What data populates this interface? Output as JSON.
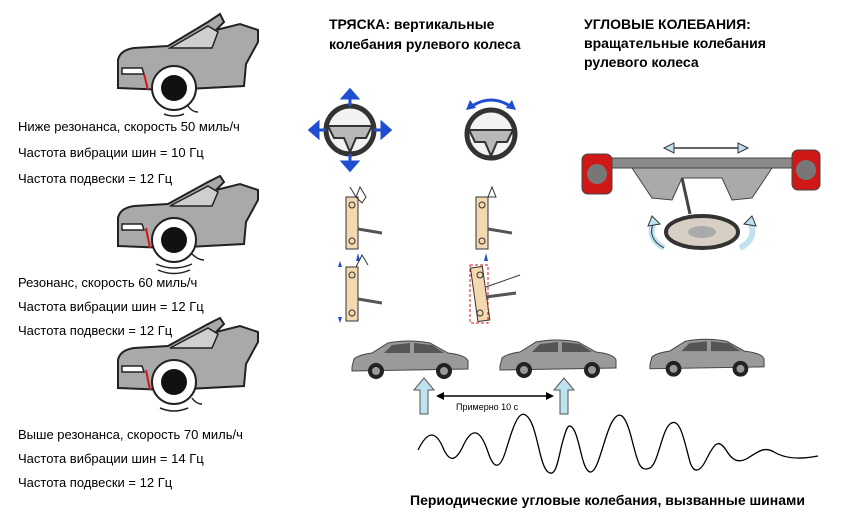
{
  "left": {
    "groups": [
      {
        "lines": [
          "Ниже резонанса, скорость 50 миль/ч",
          "Частота вибрации шин = 10 Гц",
          "Частота подвески = 12 Гц"
        ]
      },
      {
        "lines": [
          "Резонанс, скорость 60 миль/ч",
          "Частота вибрации шин = 12 Гц",
          "Частота подвески = 12 Гц"
        ]
      },
      {
        "lines": [
          "Выше резонанса, скорость 70 миль/ч",
          "Частота вибрации шин = 14 Гц",
          "Частота подвески = 12 Гц"
        ]
      }
    ]
  },
  "shake": {
    "title_lines": [
      "ТРЯСКА: вертикальные",
      "колебания рулевого колеса"
    ]
  },
  "angular": {
    "title_lines": [
      "УГЛОВЫЕ КОЛЕБАНИЯ:",
      "вращательные колебания",
      "рулевого колеса"
    ]
  },
  "wave": {
    "interval_label": "Примерно 10 с"
  },
  "bottom_caption": "Периодические угловые колебания, вызванные шинами",
  "colors": {
    "accent_blue": "#1f4fd0",
    "arrow_light_blue": "#bfe3ee",
    "brake_red": "#d01818",
    "car_gray": "#9a9a9a"
  }
}
